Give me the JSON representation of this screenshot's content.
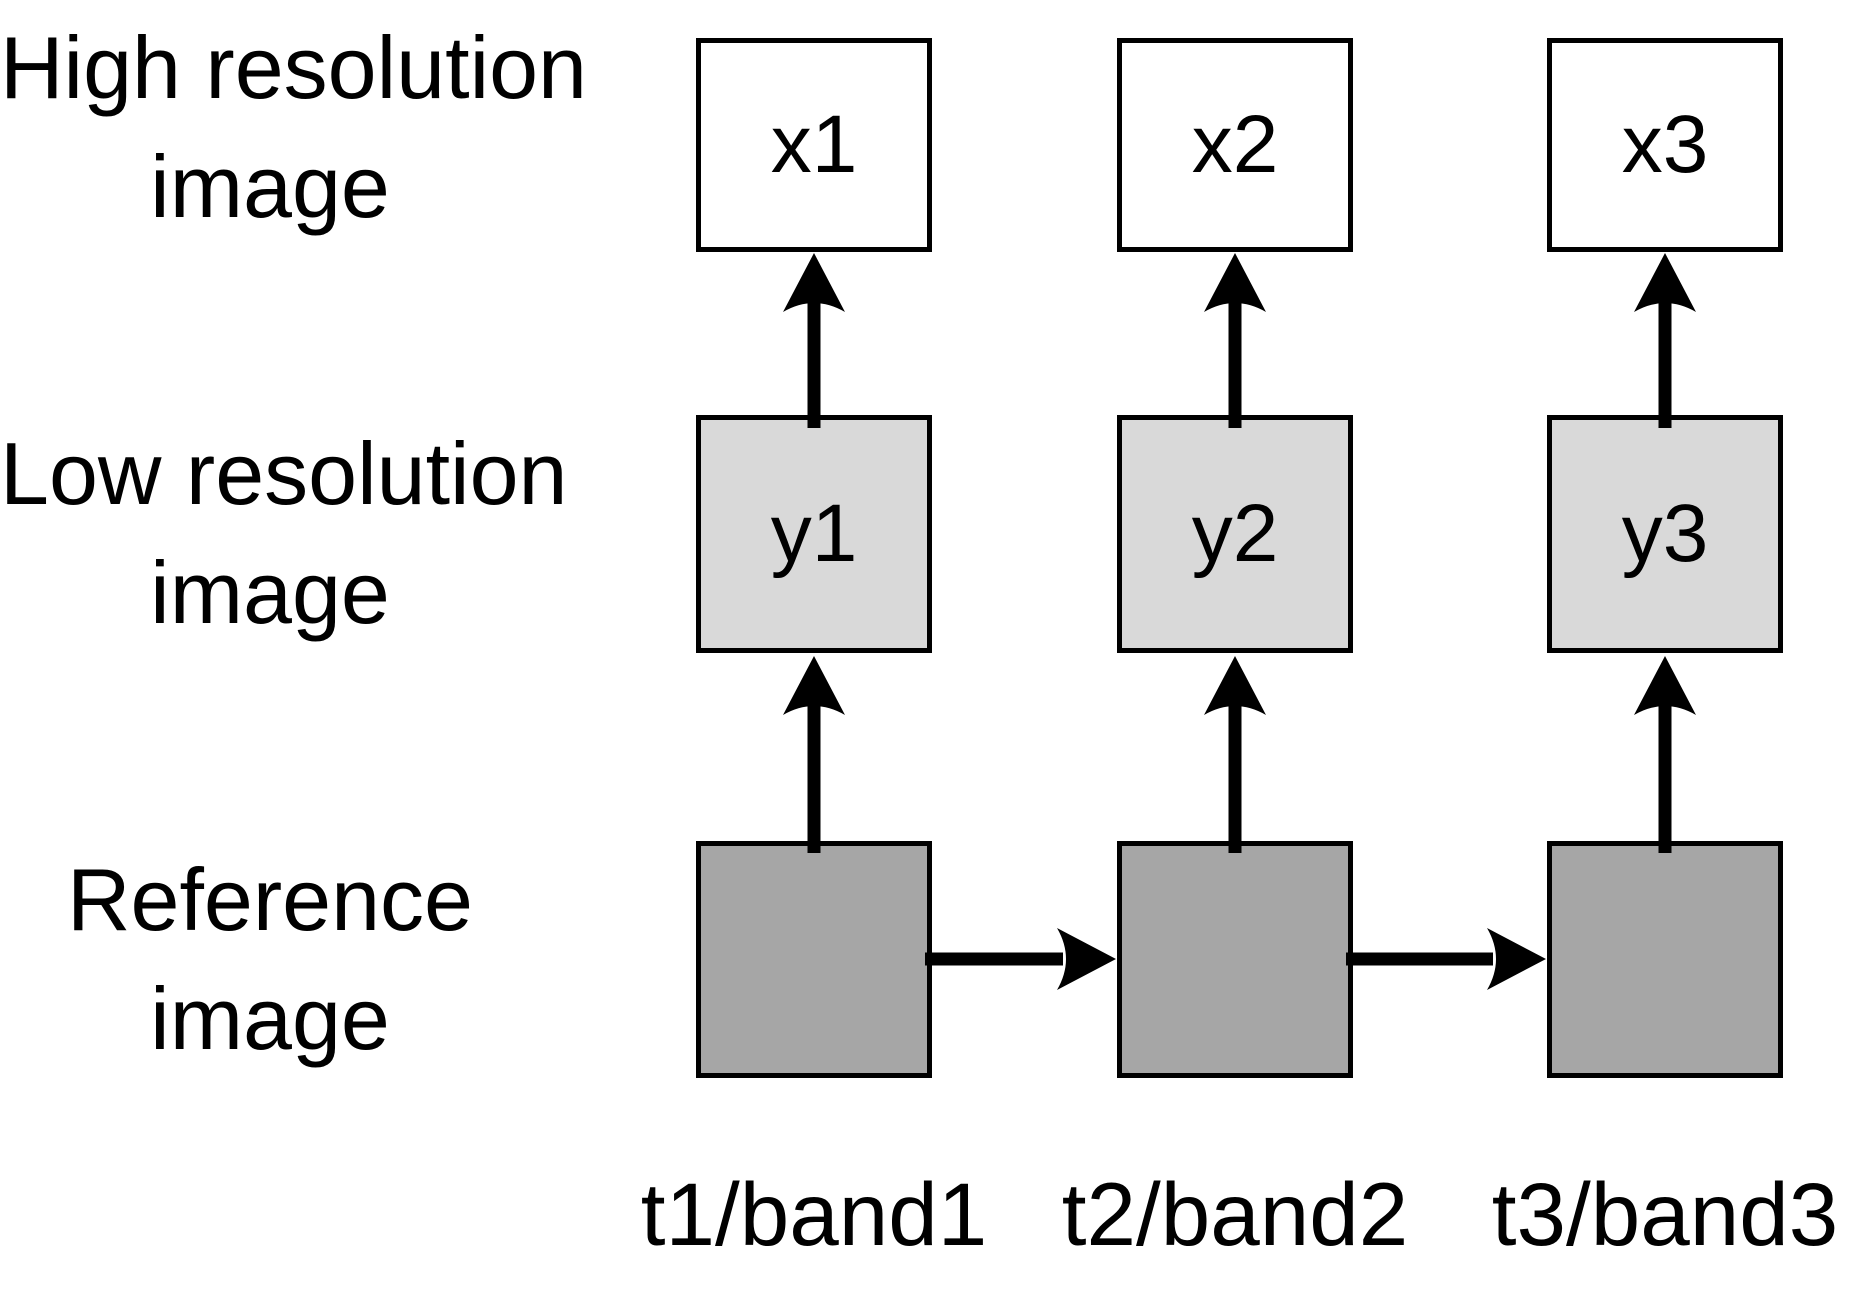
{
  "diagram": {
    "row_labels": [
      {
        "line1": "High resolution",
        "line2": "image"
      },
      {
        "line1": "Low resolution",
        "line2": "image"
      },
      {
        "line1": "Reference",
        "line2": "image"
      }
    ],
    "columns": [
      {
        "high_label": "x1",
        "low_label": "y1",
        "bottom_label": "t1/band1"
      },
      {
        "high_label": "x2",
        "low_label": "y2",
        "bottom_label": "t2/band2"
      },
      {
        "high_label": "x3",
        "low_label": "y3",
        "bottom_label": "t3/band3"
      }
    ],
    "colors": {
      "background": "#ffffff",
      "high_fill": "#ffffff",
      "low_fill": "#d9d9d9",
      "ref_fill": "#a6a6a6",
      "line": "#000000",
      "text": "#000000"
    }
  }
}
